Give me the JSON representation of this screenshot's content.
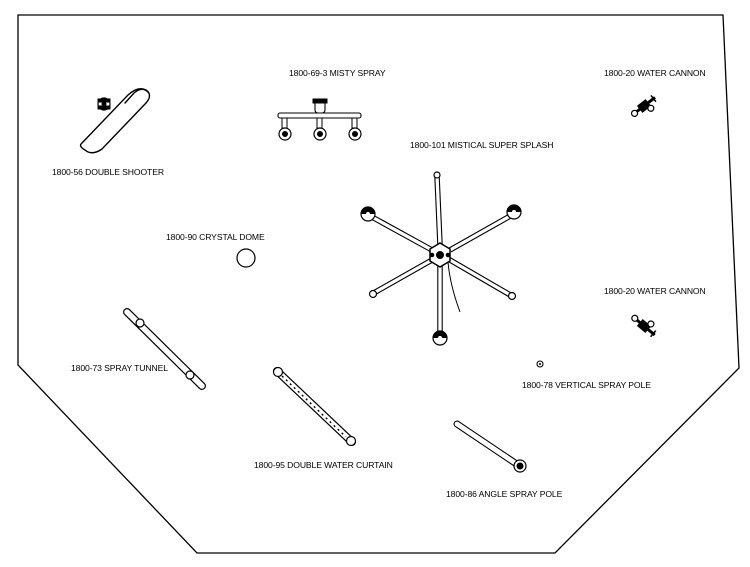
{
  "labels": {
    "misty_spray": "1800-69-3 MISTY SPRAY",
    "water_cannon_top": "1800-20 WATER CANNON",
    "double_shooter": "1800-56 DOUBLE SHOOTER",
    "mistical_super_splash": "1800-101 MISTICAL SUPER SPLASH",
    "crystal_dome": "1800-90 CRYSTAL DOME",
    "water_cannon_bottom": "1800-20 WATER CANNON",
    "spray_tunnel": "1800-73 SPRAY TUNNEL",
    "vertical_spray_pole": "1800-78 VERTICAL SPRAY POLE",
    "double_water_curtain": "1800-95 DOUBLE WATER CURTAIN",
    "angle_spray_pole": "1800-86 ANGLE SPRAY POLE"
  }
}
